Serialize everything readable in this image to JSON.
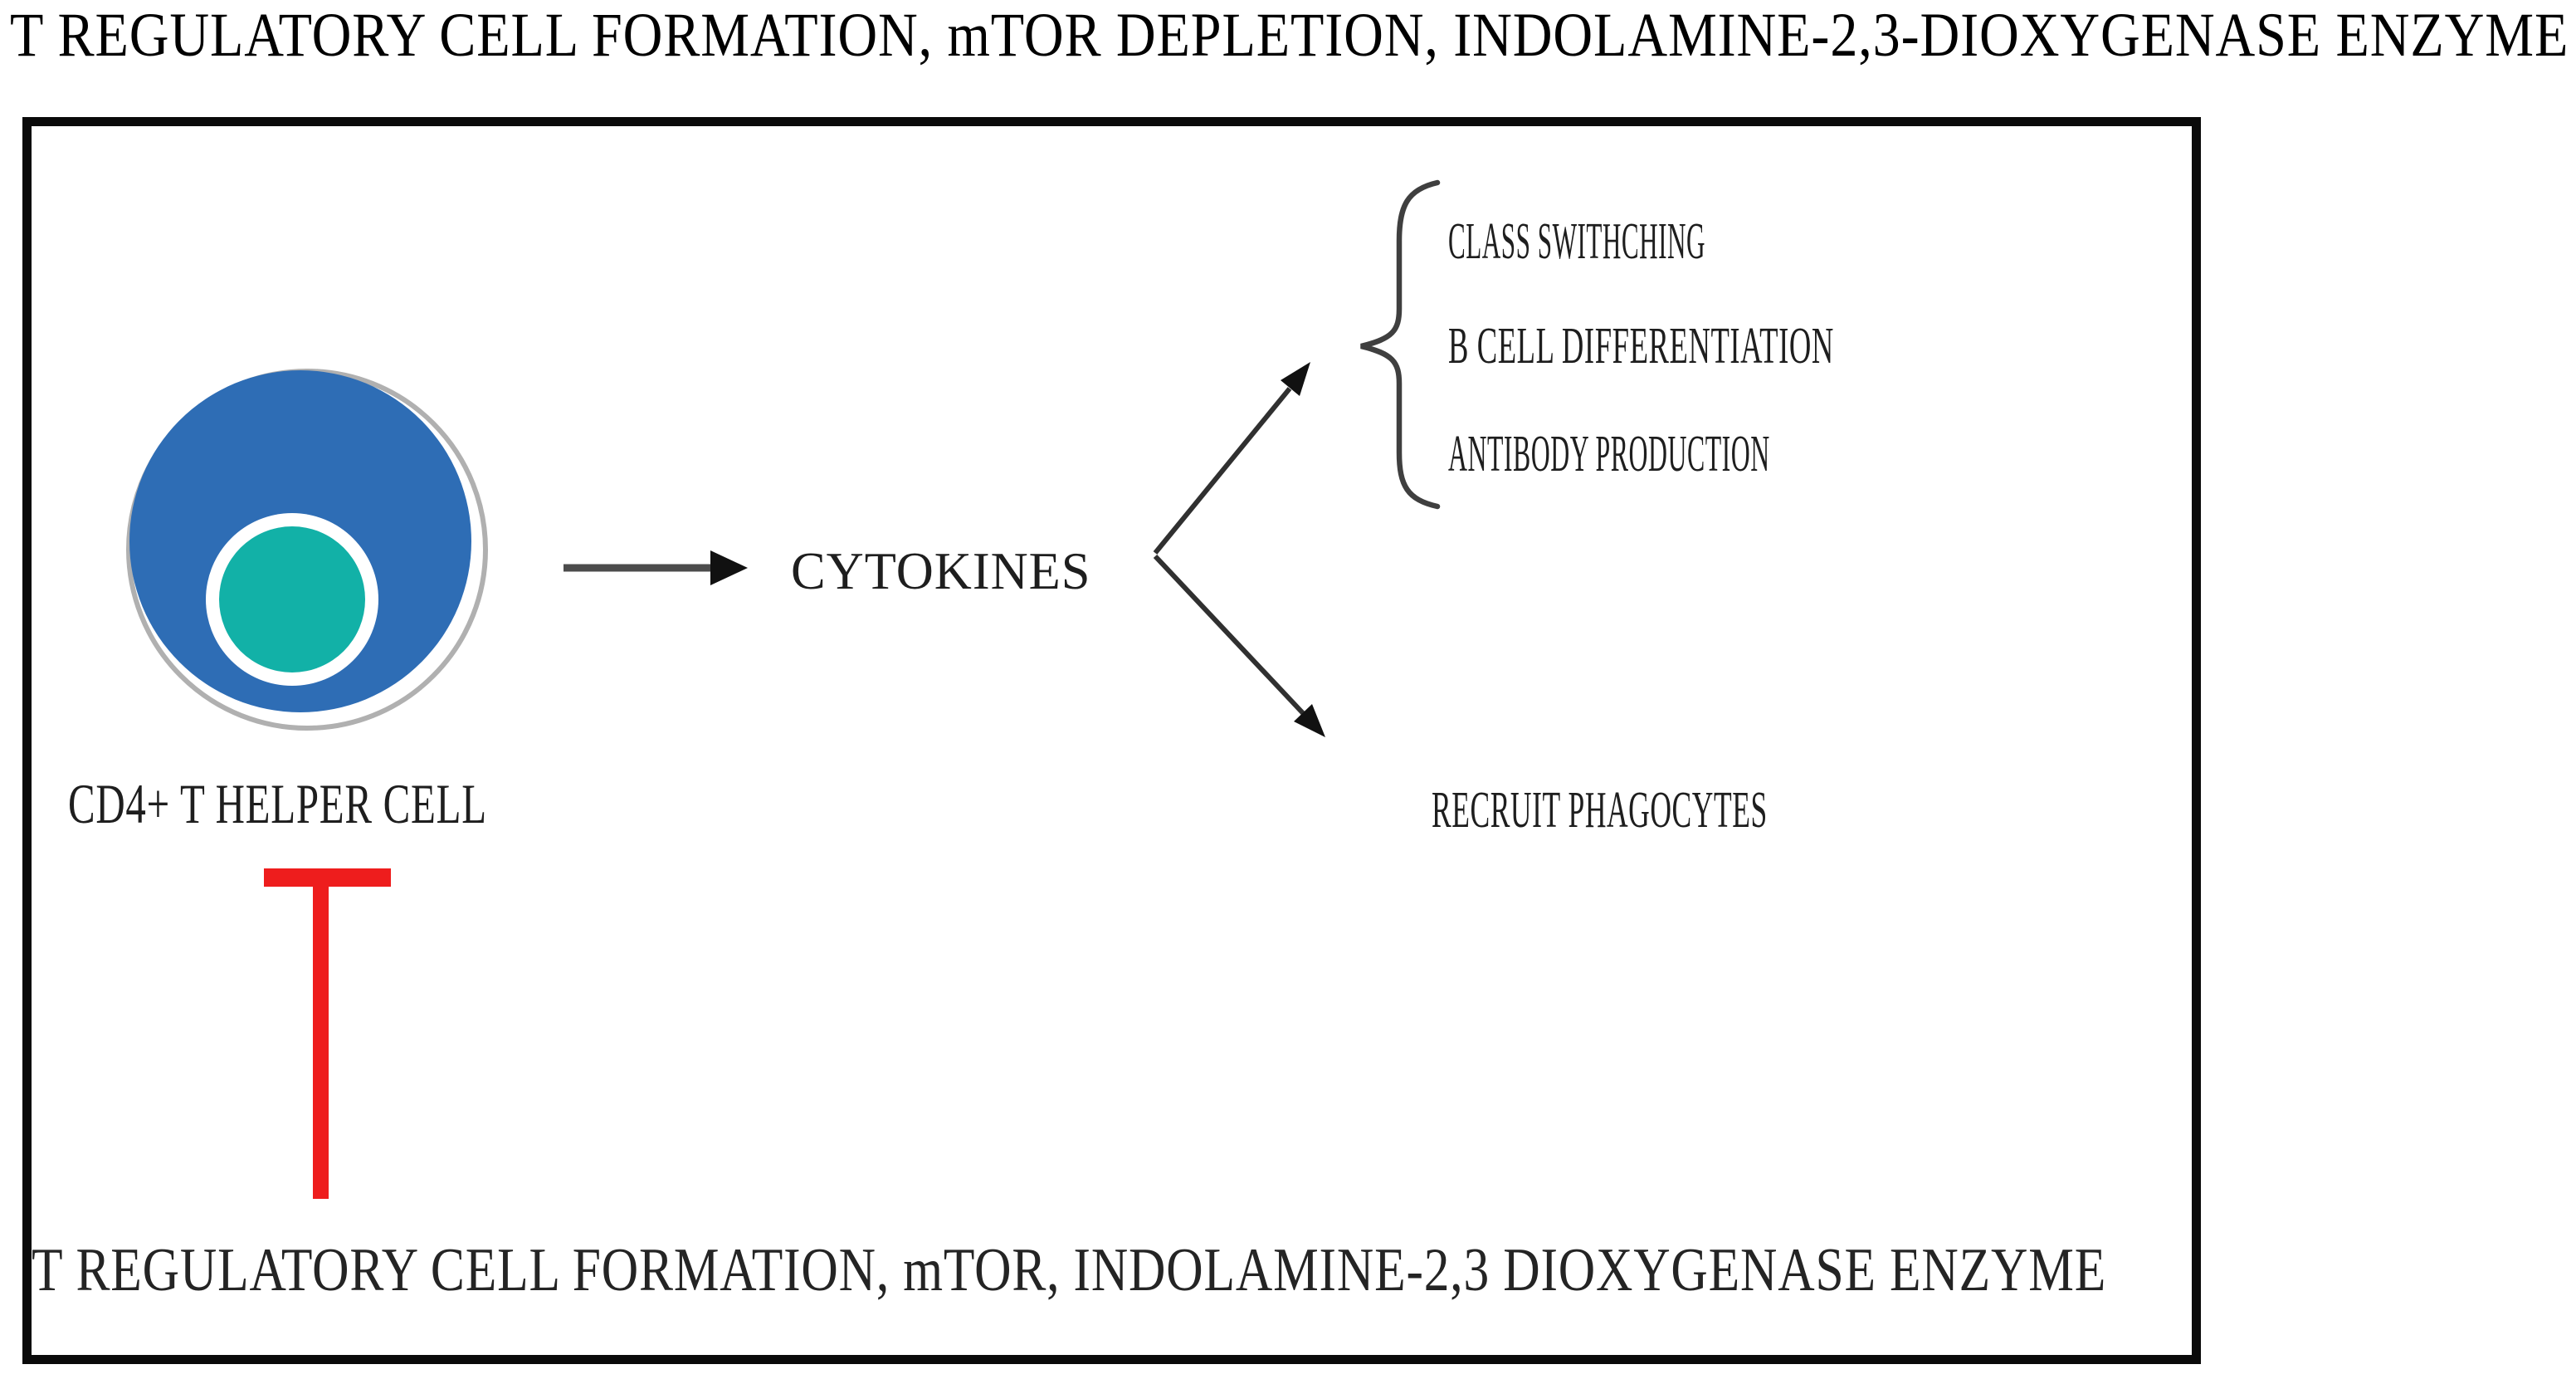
{
  "figure": {
    "title": "T REGULATORY CELL FORMATION, mTOR DEPLETION, INDOLAMINE-2,3-DIOXYGENASE ENZYME",
    "cell_label": "CD4+ T HELPER CELL",
    "mediator_label": "CYTOKINES",
    "branch_outcomes": [
      "CLASS SWITHCHING",
      "B CELL DIFFERENTIATION",
      "ANTIBODY PRODUCTION"
    ],
    "lower_outcome": "RECRUIT PHAGOCYTES",
    "inhibited_caption": "T REGULATORY CELL FORMATION, mTOR, INDOLAMINE-2,3 DIOXYGENASE ENZYME",
    "colors": {
      "cell_body": "#2e6db5",
      "cell_nucleus": "#12b1a7",
      "inhibitor": "#ee1d1d",
      "arrow": "#303030",
      "frame_border": "#0a0a0a"
    }
  }
}
